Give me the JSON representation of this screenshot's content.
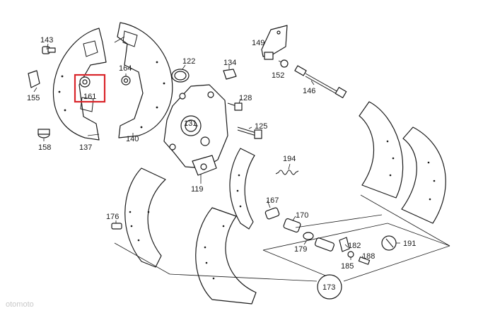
{
  "diagram": {
    "highlight_color": "#d9252a",
    "highlighted_part": "161",
    "labels": {
      "p143": "143",
      "p155": "155",
      "p158": "158",
      "p161": "161",
      "p164": "164",
      "p137": "137",
      "p140": "140",
      "p122": "122",
      "p134": "134",
      "p149": "149",
      "p152": "152",
      "p146": "146",
      "p128": "128",
      "p131": "131",
      "p125": "125",
      "p119": "119",
      "p194": "194",
      "p167": "167",
      "p170": "170",
      "p176": "176",
      "p179": "179",
      "p182": "182",
      "p185": "185",
      "p188": "188",
      "p191": "191",
      "p173": "173"
    },
    "watermark": "otomoto"
  }
}
